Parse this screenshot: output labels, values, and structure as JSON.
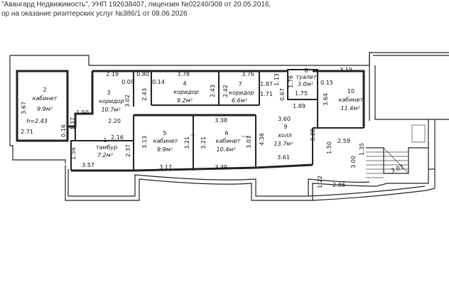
{
  "header": {
    "line1": "\"Авангард Недвижимость\", УНП 192638407, лицензия №02240/308 от 20.05.2016,",
    "line2": "ор на оказание риэлтерских услуг №386/1 от 08.06.2026"
  },
  "rooms": [
    {
      "number": "2",
      "name": "кабинет",
      "area": "9.9м²"
    },
    {
      "number": "3",
      "name": "коридор",
      "area": "10.7м²"
    },
    {
      "number": "4",
      "name": "коридор",
      "area": "9.2м²"
    },
    {
      "number": "7",
      "name": "коридор",
      "area": "6.6м²"
    },
    {
      "number": "8",
      "name": "туалет",
      "area": "3.0м²"
    },
    {
      "number": "10",
      "name": "кабинет",
      "area": "11.4м²"
    },
    {
      "number": "1",
      "name": "тамбур",
      "area": "7.2м²"
    },
    {
      "number": "5",
      "name": "кабинет",
      "area": "9.9м²"
    },
    {
      "number": "6",
      "name": "кабинет",
      "area": "10.4м²"
    },
    {
      "number": "9",
      "name": "холл",
      "area": "13.7м²"
    }
  ],
  "height_note": "h=2.43",
  "dims": {
    "d367": "3.67",
    "d271": "2.71",
    "d016": "0.16",
    "d137": "1.37",
    "d150": "1.50",
    "d219": "2.19",
    "d009": "0.09",
    "d302": "3.02",
    "d220": "2.20",
    "d216": "2.16",
    "d080": "0.80",
    "d014": "0.14",
    "d378": "3.78",
    "d243a": "2.43",
    "d243b": "2.43",
    "d376": "3.76",
    "d242": "2.42",
    "d113": "1.13",
    "d187": "1.87",
    "d176": "1.76",
    "d175": "1.75",
    "d171": "1.71",
    "d067": "0.67",
    "d319": "3.19",
    "d015": "0.15",
    "d364": "3.64",
    "d189": "1.89",
    "d360": "3.60",
    "d338": "3.38",
    "d436": "4.36",
    "d313": "3.13",
    "d321a": "3.21",
    "d321b": "3.21",
    "d307": "3.07",
    "d237": "2.37",
    "d156": "1.56",
    "d357": "3.57",
    "d317": "3.17",
    "d339": "3.39",
    "d361": "3.61",
    "d328": "3.28",
    "d259": "2.59",
    "d135": "1.35",
    "d300": "3.00",
    "d303": "3.03",
    "d122": "1.22",
    "d286": "2.86"
  }
}
